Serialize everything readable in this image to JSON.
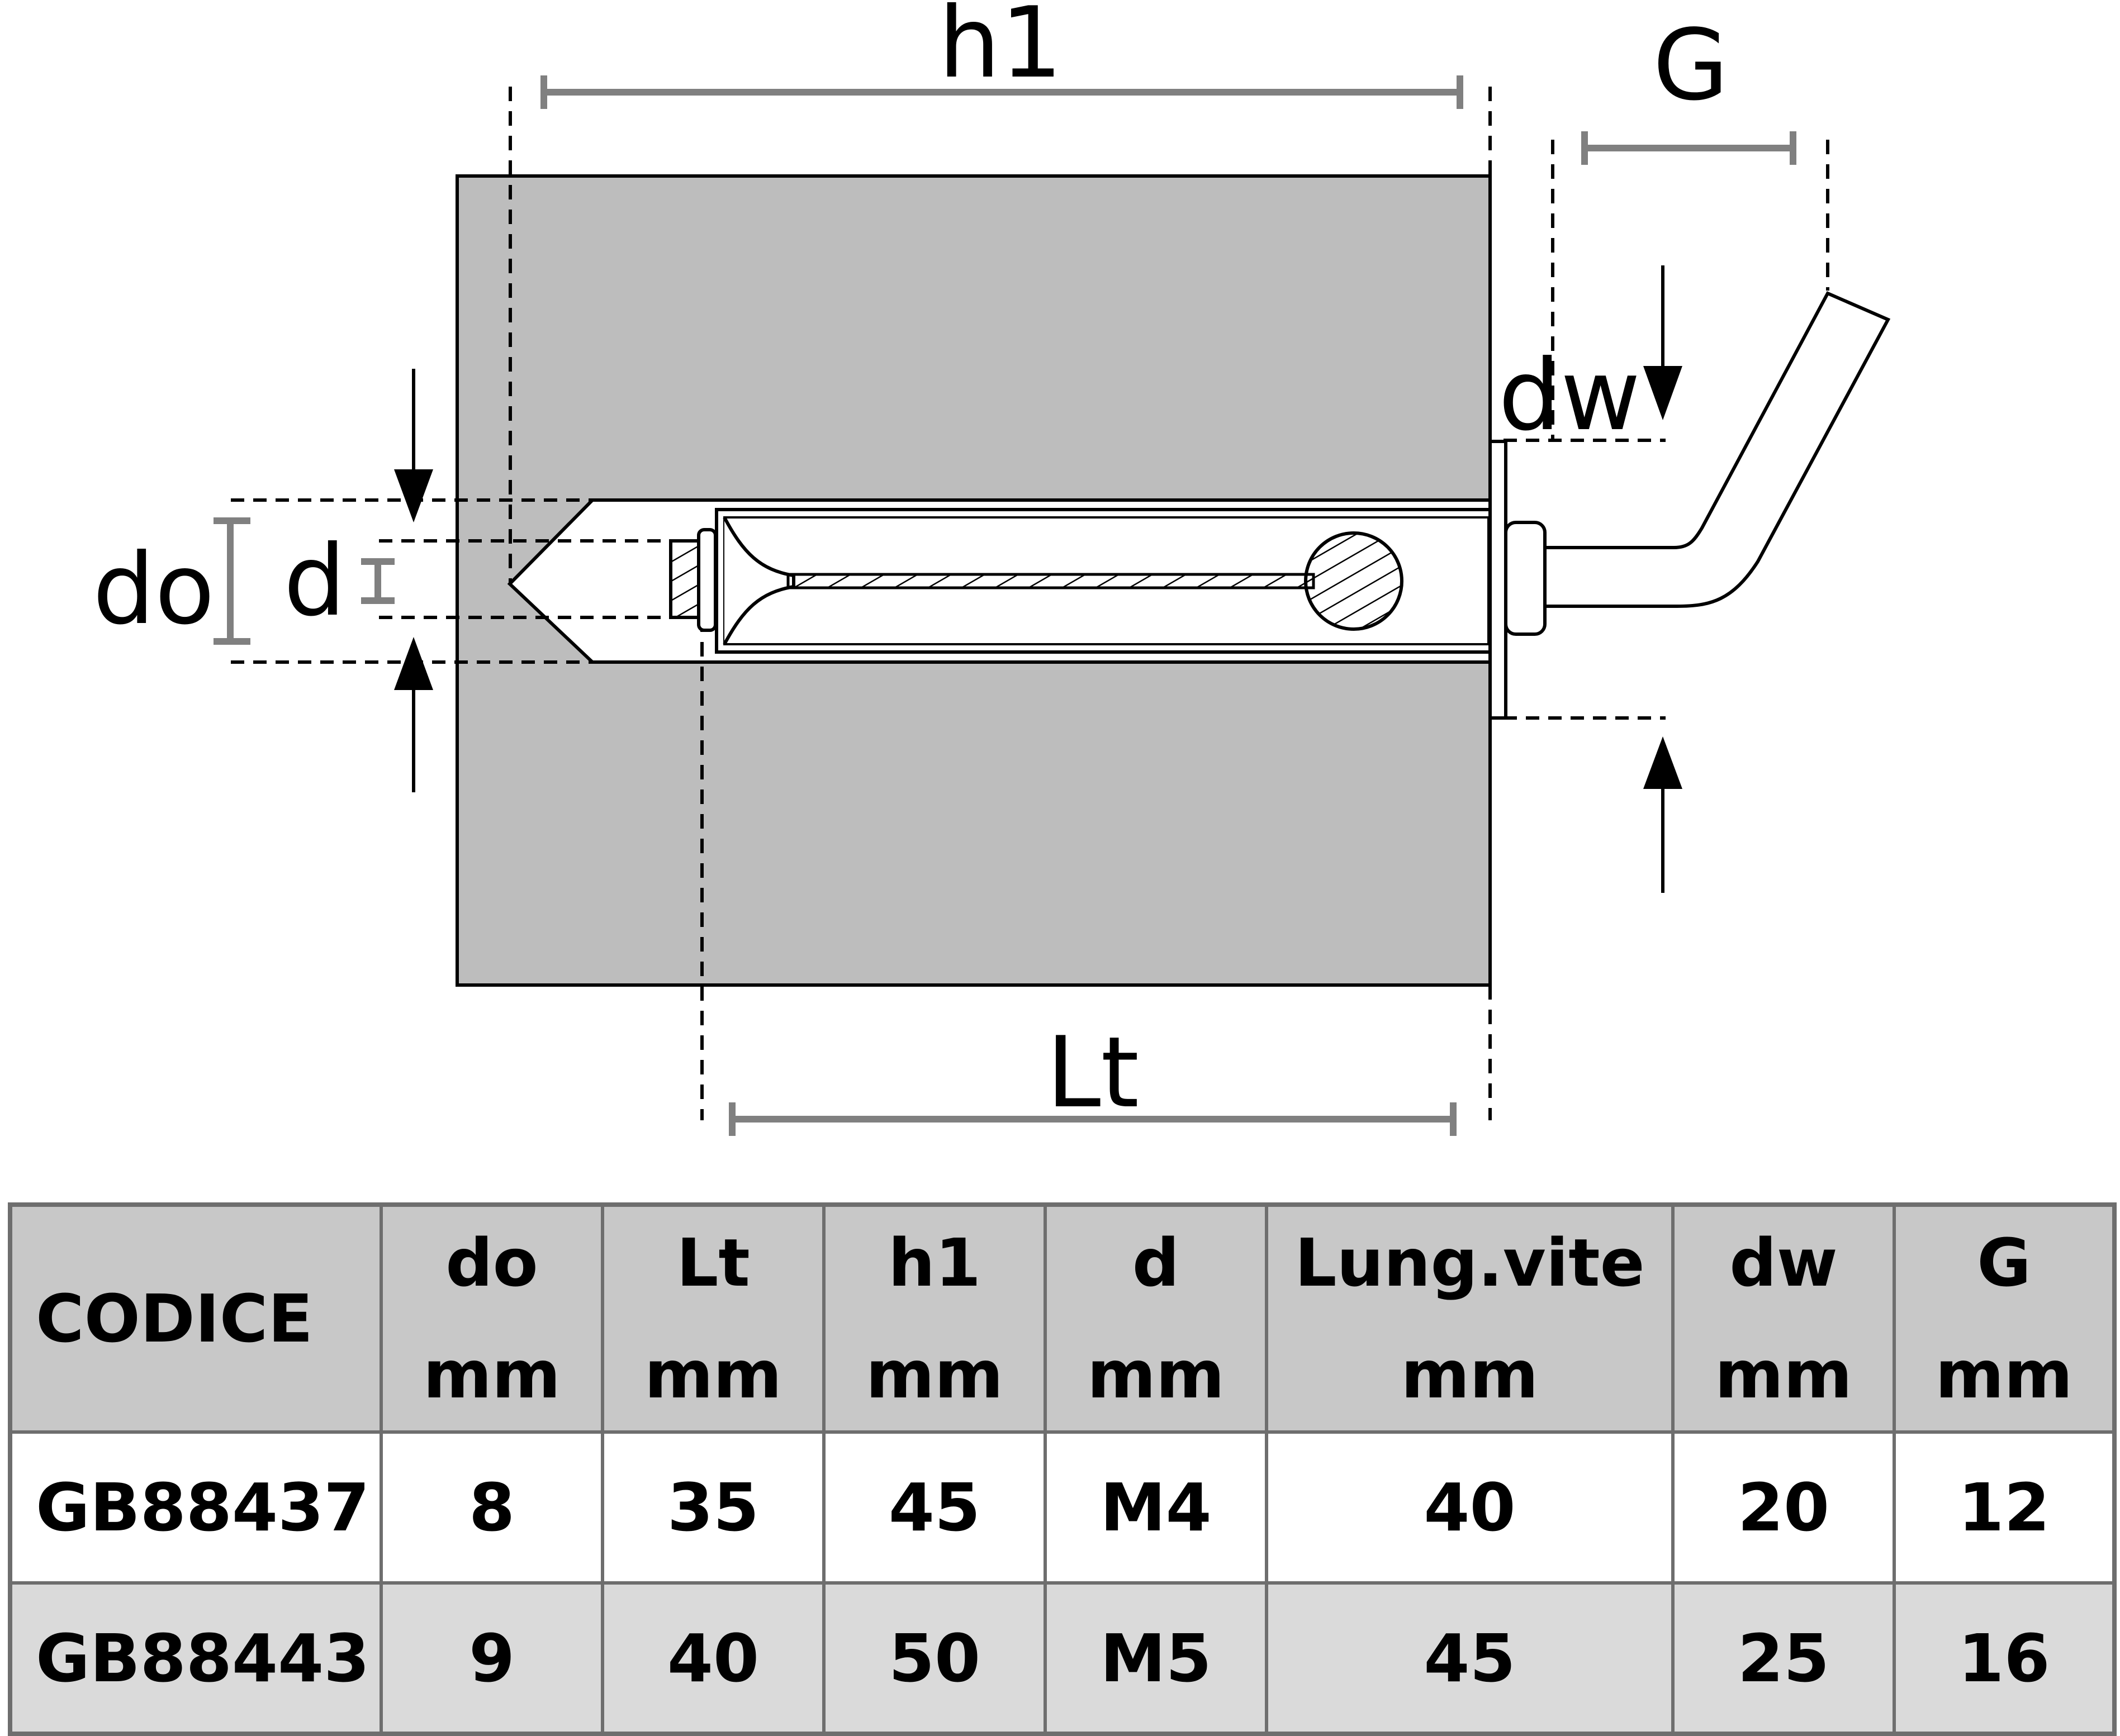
{
  "diagram": {
    "labels": {
      "h1": "h1",
      "g": "G",
      "dw": "dw",
      "do": "do",
      "d": "d",
      "lt": "Lt"
    }
  },
  "table": {
    "headers": [
      {
        "name": "CODICE",
        "unit": ""
      },
      {
        "name": "do",
        "unit": "mm"
      },
      {
        "name": "Lt",
        "unit": "mm"
      },
      {
        "name": "h1",
        "unit": "mm"
      },
      {
        "name": "d",
        "unit": "mm"
      },
      {
        "name": "Lung.vite",
        "unit": "mm"
      },
      {
        "name": "dw",
        "unit": "mm"
      },
      {
        "name": "G",
        "unit": "mm"
      }
    ],
    "rows": [
      [
        "GB88437",
        "8",
        "35",
        "45",
        "M4",
        "40",
        "20",
        "12"
      ],
      [
        "GB88443",
        "9",
        "40",
        "50",
        "M5",
        "45",
        "25",
        "16"
      ]
    ],
    "colors": {
      "header_bg": "#c8c8c8",
      "row_alt_bg": "#dadada",
      "border": "#6e6e6e"
    }
  },
  "colors": {
    "wall": "#bdbdbd",
    "dimension_line": "#808080"
  }
}
